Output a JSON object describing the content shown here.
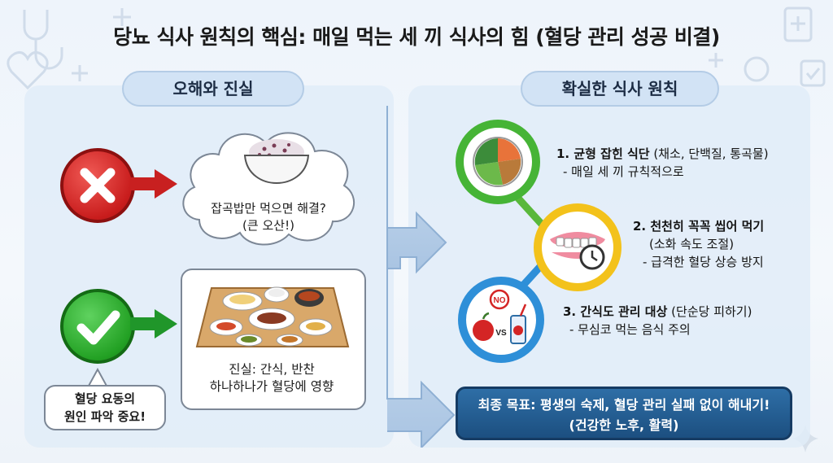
{
  "title": "당뇨 식사 원칙의 핵심: 매일 먹는 세 끼 식사의 힘 (혈당 관리 성공 비결)",
  "left": {
    "header": "오해와 진실",
    "myth": {
      "line1": "잡곡밥만 먹으면 해결?",
      "line2": "(큰 오산!)"
    },
    "truth": {
      "line1": "진실: 간식, 반찬",
      "line2": "하나하나가 혈당에 영향"
    },
    "note": {
      "line1": "혈당 요동의",
      "line2": "원인 파악 중요!"
    }
  },
  "right": {
    "header": "확실한 식사 원칙",
    "steps": [
      {
        "title": "1. 균형 잡힌 식단",
        "extra": " (채소, 단백질, 통곡물)",
        "sub": "- 매일 세 끼 규칙적으로"
      },
      {
        "title": "2. 천천히 꼭꼭 씹어 먹기",
        "extra": "(소화 속도 조절)",
        "sub": "- 급격한 혈당 상승 방지"
      },
      {
        "title": "3. 간식도 관리 대상",
        "extra": " (단순당 피하기)",
        "sub": "- 무심코 먹는 음식 주의"
      }
    ],
    "snack_icon": {
      "no": "NO",
      "vs": "VS"
    },
    "goal": {
      "line1": "최종 목표: 평생의 숙제, 혈당 관리 실패 없이 해내기!",
      "line2": "(건강한 노후, 활력)"
    }
  },
  "colors": {
    "red": "#d42525",
    "green": "#27a529",
    "ring1": "#46b436",
    "ring2": "#f3c21b",
    "ring3": "#2e8fd8",
    "goal": "#1f5586"
  }
}
